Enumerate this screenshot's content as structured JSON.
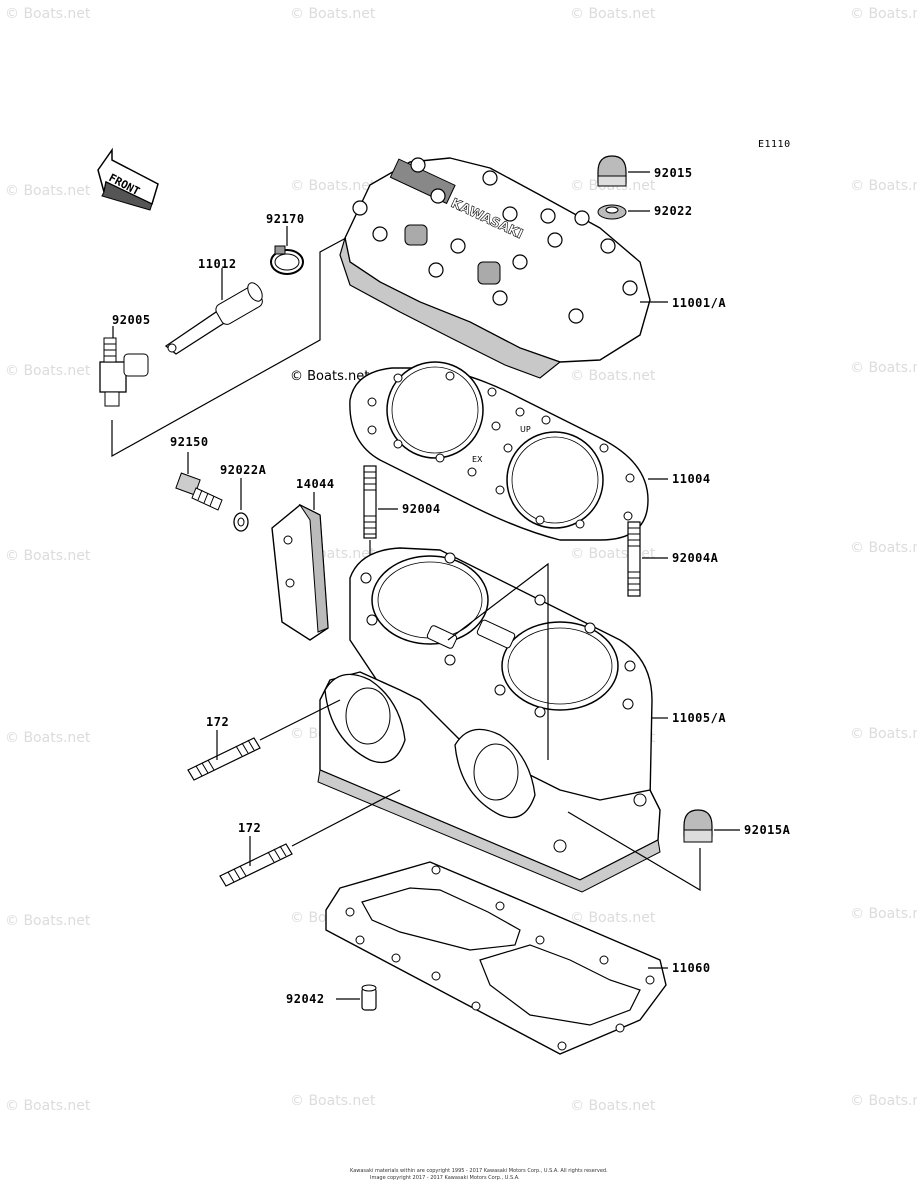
{
  "diagram_code": "E1110",
  "front_label": "FRONT",
  "watermark": "© Boats.net",
  "center_watermark": "© Boats.net",
  "footer": {
    "line1": "Kawasaki materials within are copyright 1995 - 2017 Kawasaki Motors Corp., U.S.A. All rights reserved.",
    "line2": "Image copyright 2017 - 2017 Kawasaki Motors Corp., U.S.A."
  },
  "part_labels": {
    "p92015": "92015",
    "p92022": "92022",
    "p92170": "92170",
    "p11012": "11012",
    "p11001A": "11001/A",
    "p92005": "92005",
    "p11004": "11004",
    "p92150": "92150",
    "p92022A": "92022A",
    "p14044": "14044",
    "p92004": "92004",
    "p92004A": "92004A",
    "p172a": "172",
    "p11005A": "11005/A",
    "p172b": "172",
    "p92015A": "92015A",
    "p11060": "11060",
    "p92042": "92042"
  }
}
